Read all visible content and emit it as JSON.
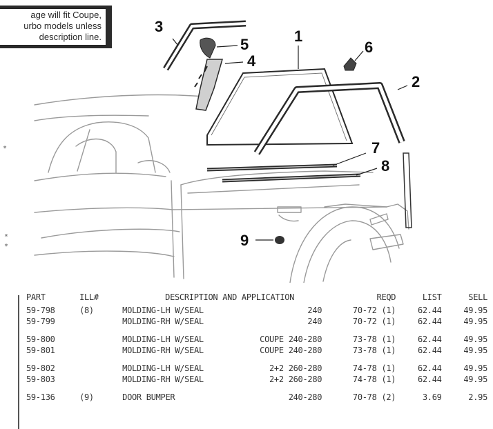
{
  "note": {
    "lines": [
      "age will fit Coupe,",
      "urbo models unless",
      "description line."
    ]
  },
  "callouts": [
    "1",
    "2",
    "3",
    "4",
    "5",
    "6",
    "7",
    "8",
    "9"
  ],
  "edge_marks": [
    "*",
    "*",
    "*"
  ],
  "table": {
    "headers": {
      "part": "PART",
      "ill": "ILL#",
      "desc": "DESCRIPTION AND APPLICATION",
      "reqd": "REQD",
      "list": "LIST",
      "sell": "SELL"
    },
    "groups": [
      [
        {
          "part": "59-798",
          "ill": "(8)",
          "desc": "MOLDING-LH W/SEAL",
          "app": "240",
          "reqd": "70-72 (1)",
          "list": "62.44",
          "sell": "49.95"
        },
        {
          "part": "59-799",
          "ill": "",
          "desc": "MOLDING-RH W/SEAL",
          "app": "240",
          "reqd": "70-72 (1)",
          "list": "62.44",
          "sell": "49.95"
        }
      ],
      [
        {
          "part": "59-800",
          "ill": "",
          "desc": "MOLDING-LH W/SEAL",
          "app": "COUPE 240-280",
          "reqd": "73-78 (1)",
          "list": "62.44",
          "sell": "49.95"
        },
        {
          "part": "59-801",
          "ill": "",
          "desc": "MOLDING-RH W/SEAL",
          "app": "COUPE 240-280",
          "reqd": "73-78 (1)",
          "list": "62.44",
          "sell": "49.95"
        }
      ],
      [
        {
          "part": "59-802",
          "ill": "",
          "desc": "MOLDING-LH W/SEAL",
          "app": "2+2 260-280",
          "reqd": "74-78 (1)",
          "list": "62.44",
          "sell": "49.95"
        },
        {
          "part": "59-803",
          "ill": "",
          "desc": "MOLDING-RH W/SEAL",
          "app": "2+2 260-280",
          "reqd": "74-78 (1)",
          "list": "62.44",
          "sell": "49.95"
        }
      ],
      [
        {
          "part": "59-136",
          "ill": "(9)",
          "desc": "DOOR BUMPER",
          "app": "240-280",
          "reqd": "70-78 (2)",
          "list": "3.69",
          "sell": "2.95"
        }
      ]
    ]
  }
}
